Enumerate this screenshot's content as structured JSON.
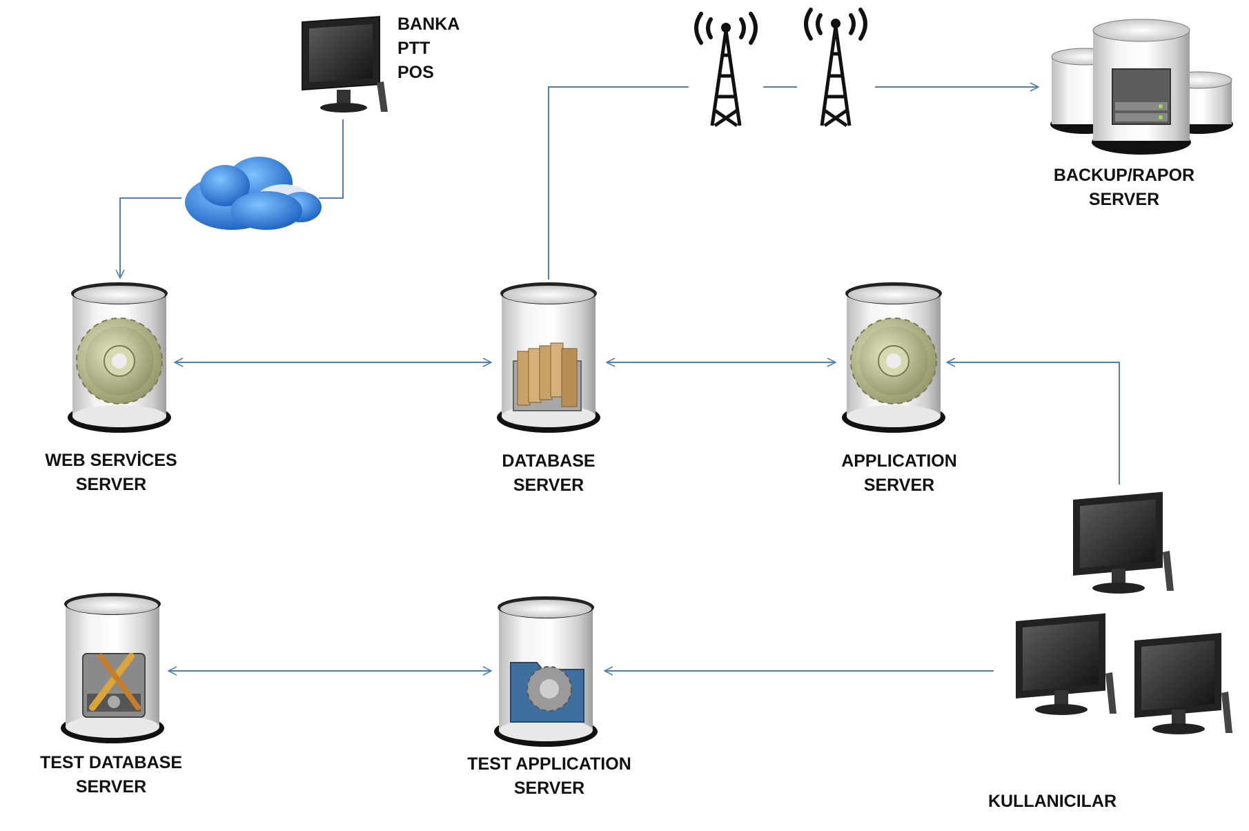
{
  "colors": {
    "connector": "#4a7ebf",
    "cylinder_body": "#d9d9d9",
    "cylinder_dark": "#1a1a1a",
    "monitor": "#2a2a2a",
    "cloud": "#2b7fd9",
    "gear": "#b9b98a",
    "folder": "#c9a26a"
  },
  "nodes": {
    "ext_terminal": {
      "lines": [
        "BANKA",
        "PTT",
        "POS"
      ],
      "icon": "monitor-icon"
    },
    "backup_server": {
      "lines": [
        "BACKUP/RAPOR",
        "SERVER"
      ],
      "icon": "server-stack-icon"
    },
    "web_services": {
      "lines": [
        "WEB SERVİCES",
        "SERVER"
      ],
      "icon": "gear-icon"
    },
    "database": {
      "lines": [
        "DATABASE",
        "SERVER"
      ],
      "icon": "folder-files-icon"
    },
    "application": {
      "lines": [
        "APPLICATION",
        "SERVER"
      ],
      "icon": "gear-icon"
    },
    "test_database": {
      "lines": [
        "TEST DATABASE",
        "SERVER"
      ],
      "icon": "tools-drive-icon"
    },
    "test_application": {
      "lines": [
        "TEST APPLICATION",
        "SERVER"
      ],
      "icon": "gear-folder-icon"
    },
    "users": {
      "lines": [
        "KULLANICILAR"
      ],
      "icon": "monitors-icon"
    }
  },
  "extra_icons": [
    "cloud-icon",
    "antenna-tower-icon",
    "antenna-tower-icon"
  ]
}
